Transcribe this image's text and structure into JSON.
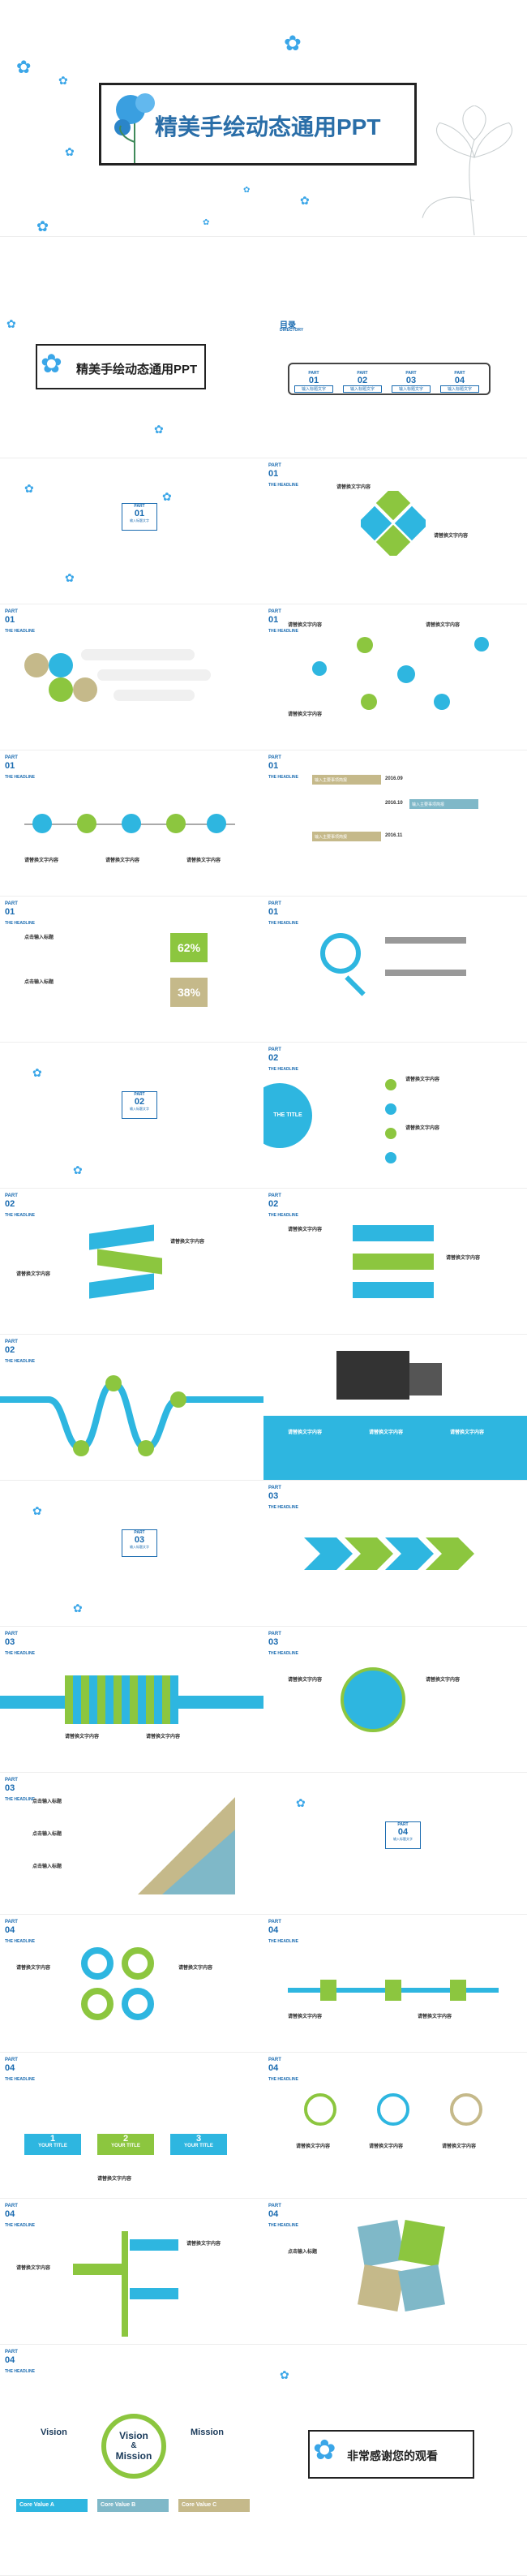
{
  "title_slide": {
    "title": "精美手绘动态通用PPT"
  },
  "title_slide_small": {
    "title": "精美手绘动态通用PPT"
  },
  "toc": {
    "heading": "目录",
    "subheading": "DIRECTORY",
    "items": [
      {
        "part": "PART",
        "num": "01",
        "label": "输入标题文字"
      },
      {
        "part": "PART",
        "num": "02",
        "label": "输入标题文字"
      },
      {
        "part": "PART",
        "num": "03",
        "label": "输入标题文字"
      },
      {
        "part": "PART",
        "num": "04",
        "label": "输入标题文字"
      }
    ]
  },
  "section_covers": [
    {
      "part": "PART",
      "num": "01",
      "label": "输入标题文字"
    },
    {
      "part": "PART",
      "num": "02",
      "label": "输入标题文字"
    },
    {
      "part": "PART",
      "num": "03",
      "label": "输入标题文字"
    },
    {
      "part": "PART",
      "num": "04",
      "label": "输入标题文字"
    }
  ],
  "headline": "THE HEADLINE",
  "content_label": "请替换文字内容",
  "dates": [
    "2016.09",
    "2016.10",
    "2016.11"
  ],
  "date_labels": [
    "输入主要事项简报",
    "输入主要事项简报",
    "输入主要事项简报"
  ],
  "stat_values": [
    "62",
    "38"
  ],
  "stat_unit": "%",
  "click_label": "点击输入标题",
  "title_bubble": "THE TITLE",
  "title_label": "YOUR TITLE",
  "steps": [
    "1",
    "2",
    "3"
  ],
  "vision": {
    "left": "Vision",
    "center1": "Vision",
    "center2": "&",
    "center3": "Mission",
    "right": "Mission"
  },
  "core_values": [
    "Core Value A",
    "Core Value B",
    "Core Value C"
  ],
  "thanks": "非常感谢您的观看"
}
